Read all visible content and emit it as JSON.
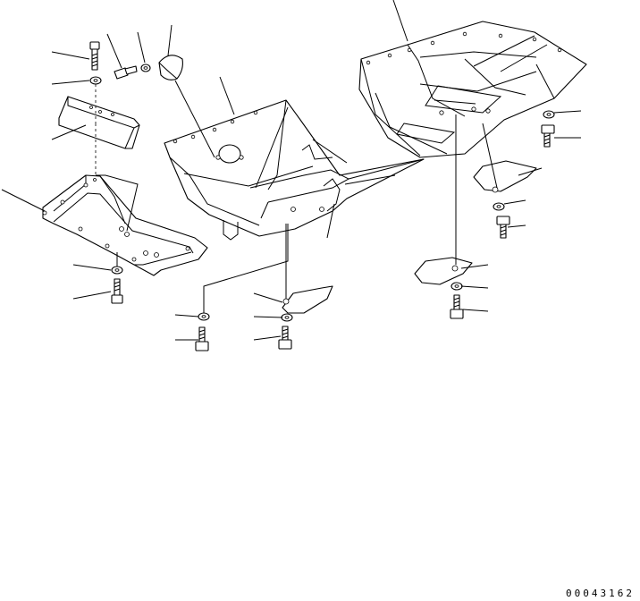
{
  "drawing_number": "00043162",
  "colors": {
    "line": "#000000",
    "background": "#ffffff"
  },
  "parts": [
    "bolt-top-left",
    "washer-top-left",
    "bolt-short",
    "washer-small",
    "cover-cap",
    "guard-bracket-left",
    "plate-spacer",
    "undercover-center",
    "undercover-right",
    "bracket-small-center",
    "bracket-small-right-upper",
    "bracket-small-right-lower"
  ]
}
